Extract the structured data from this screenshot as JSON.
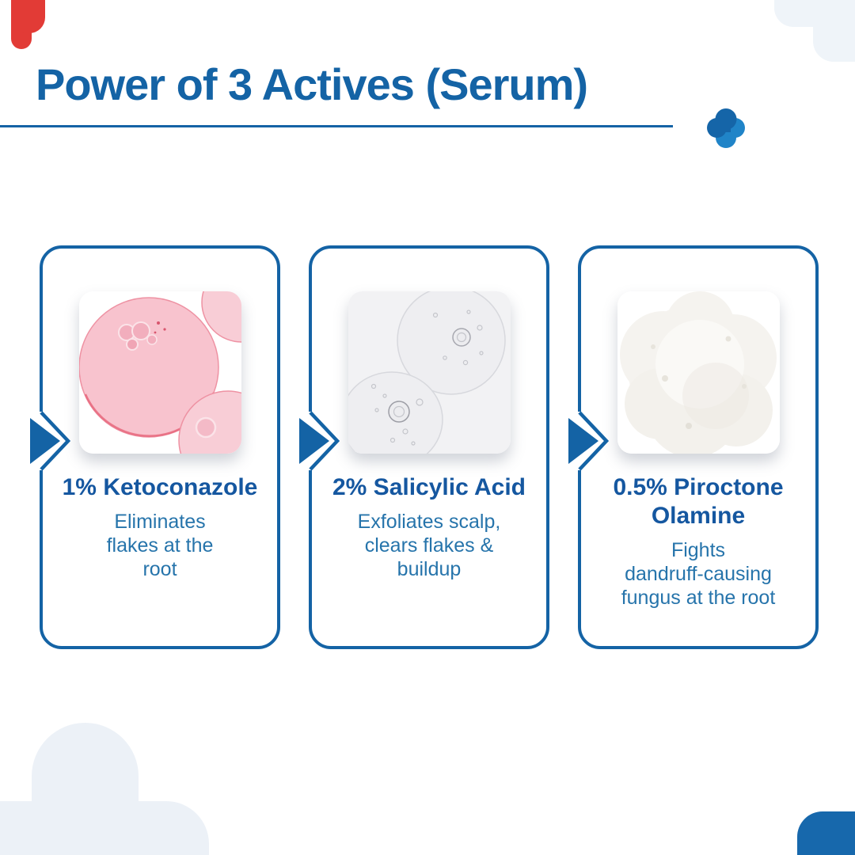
{
  "header": {
    "title": "Power of 3 Actives (Serum)"
  },
  "theme": {
    "primary_blue": "#1463A5",
    "heading_blue": "#1557A0",
    "description_blue": "#2674AB",
    "plus_dark": "#1565A8",
    "plus_light": "#2084C8",
    "cloud_light": "#EFF4F9",
    "cloud_light_bottom": "#ECF1F7",
    "accent_red": "#E23B36",
    "corner_blue": "#1768AC"
  },
  "icons": {
    "plus": "plus-clover-icon",
    "arrow": "double-chevron-right-icon"
  },
  "cards": [
    {
      "heading": "1% Ketoconazole",
      "description": "Eliminates\nflakes at the\nroot",
      "image": "pink-serum-droplets"
    },
    {
      "heading": "2% Salicylic Acid",
      "description": "Exfoliates scalp,\nclears flakes &\nbuildup",
      "image": "clear-gel-droplets"
    },
    {
      "heading": "0.5% Piroctone\nOlamine",
      "description": "Fights\ndandruff-causing\nfungus at the root",
      "image": "white-powder"
    }
  ]
}
